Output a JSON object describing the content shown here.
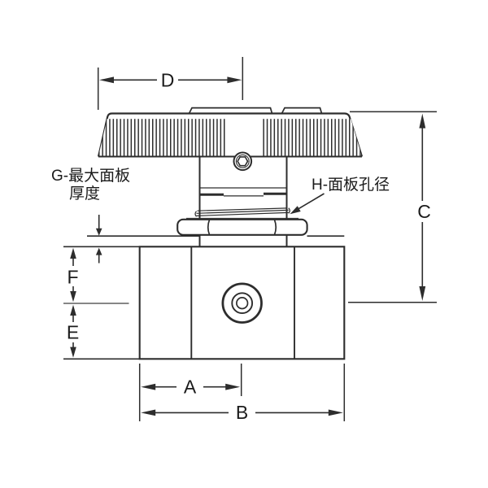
{
  "title": "panel-mount valve dimensional drawing",
  "drawing": {
    "dimension_labels": {
      "d": "D",
      "c": "C",
      "f": "F",
      "e": "E",
      "a": "A",
      "b": "B"
    },
    "annotations": {
      "g_line1": "G-最大面板",
      "g_line2": "厚度",
      "h": "H-面板孔径"
    },
    "colors": {
      "line": "#2d2d2d",
      "text": "#1b1b1b",
      "centerline": "#5f5f5f",
      "background": "#ffffff"
    }
  }
}
